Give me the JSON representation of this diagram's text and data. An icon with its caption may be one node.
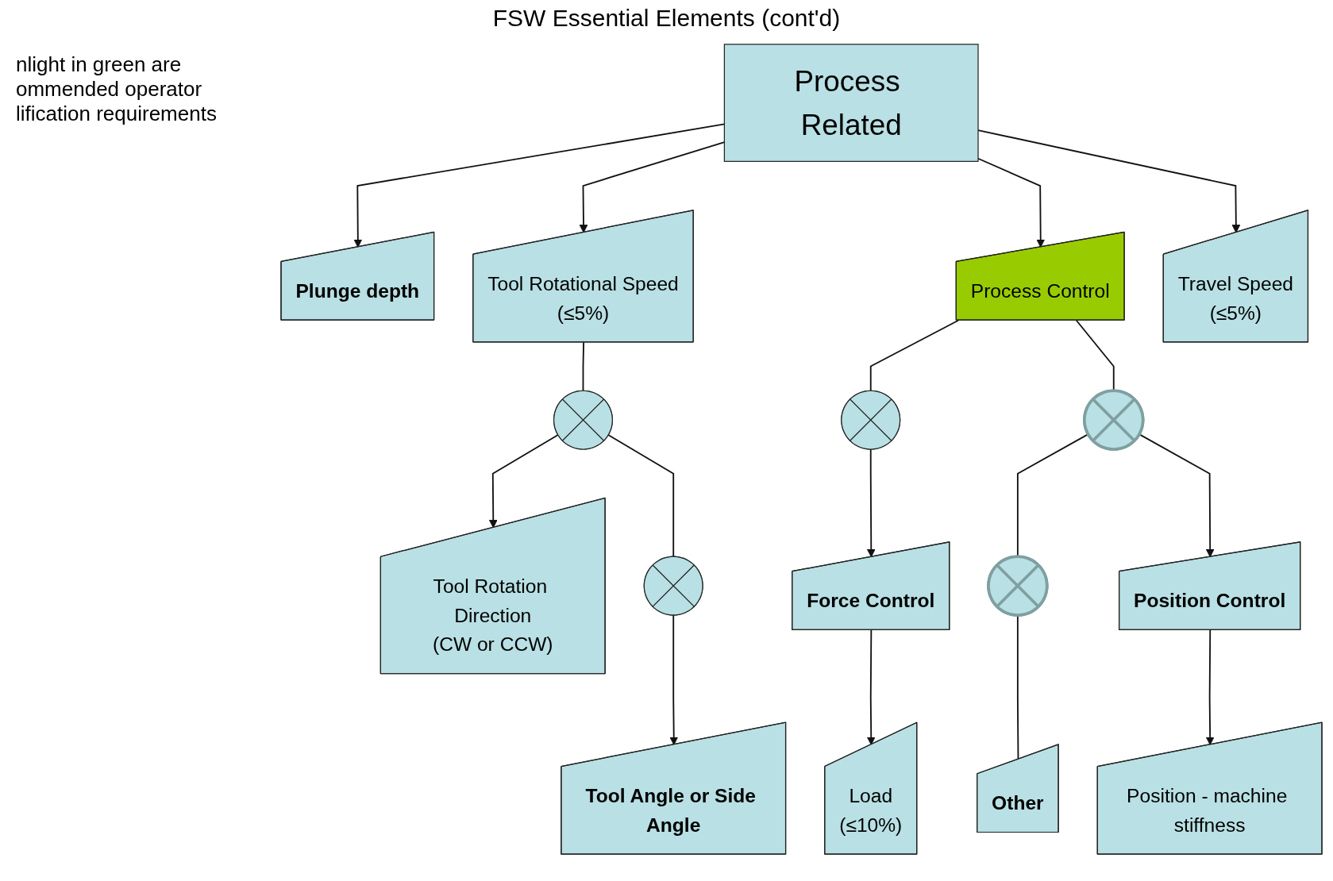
{
  "diagram": {
    "title": "FSW Essential Elements (cont'd)",
    "nodes": [
      {
        "text": [
          "Process Related"
        ]
      },
      {
        "text": [
          "Plunge depth"
        ]
      },
      {
        "text": [
          "Tool Rotational Speed",
          "(≤5%)"
        ]
      },
      {
        "text": [
          "Process Control"
        ]
      },
      {
        "text": [
          "Travel Speed",
          "(≤5%)"
        ]
      },
      {
        "text": [],
        "shape": "circle"
      },
      {
        "text": [
          "Tool Rotation Direction",
          "(CW or CCW)"
        ]
      },
      {
        "text": [],
        "shape": "circle"
      },
      {
        "text": [
          "Tool Angle or Side Angle"
        ]
      },
      {
        "text": [],
        "shape": "circle"
      },
      {
        "text": [],
        "shape": "circle"
      },
      {
        "text": [],
        "shape": "circle"
      },
      {
        "text": [
          "Force Control"
        ]
      },
      {
        "text": [
          "Position Control"
        ]
      },
      {
        "text": [
          "Other"
        ]
      },
      {
        "text": [
          "Load",
          "(≤10%)"
        ]
      },
      {
        "text": [
          "Position - machine stiffness"
        ]
      }
    ],
    "edges": [
      {
        "from": 0,
        "to": 1,
        "arrow": "to"
      },
      {
        "from": 0,
        "to": 2,
        "arrow": "to"
      },
      {
        "from": 0,
        "to": 3,
        "arrow": "to"
      },
      {
        "from": 0,
        "to": 4,
        "arrow": "to"
      },
      {
        "from": 2,
        "to": 5,
        "arrow": "none"
      },
      {
        "from": 5,
        "to": 6,
        "arrow": "to"
      },
      {
        "from": 5,
        "to": 7,
        "arrow": "none"
      },
      {
        "from": 7,
        "to": 8,
        "arrow": "to"
      },
      {
        "from": 3,
        "to": 9,
        "arrow": "none"
      },
      {
        "from": 3,
        "to": 10,
        "arrow": "none"
      },
      {
        "from": 10,
        "to": 11,
        "arrow": "none"
      },
      {
        "from": 9,
        "to": 12,
        "arrow": "to"
      },
      {
        "from": 10,
        "to": 13,
        "arrow": "to"
      },
      {
        "from": 11,
        "to": 14,
        "arrow": "none"
      },
      {
        "from": 12,
        "to": 15,
        "arrow": "to"
      },
      {
        "from": 13,
        "to": 16,
        "arrow": "to"
      }
    ],
    "labels": [
      "nlight in green are ommended operator lification requirements"
    ]
  }
}
